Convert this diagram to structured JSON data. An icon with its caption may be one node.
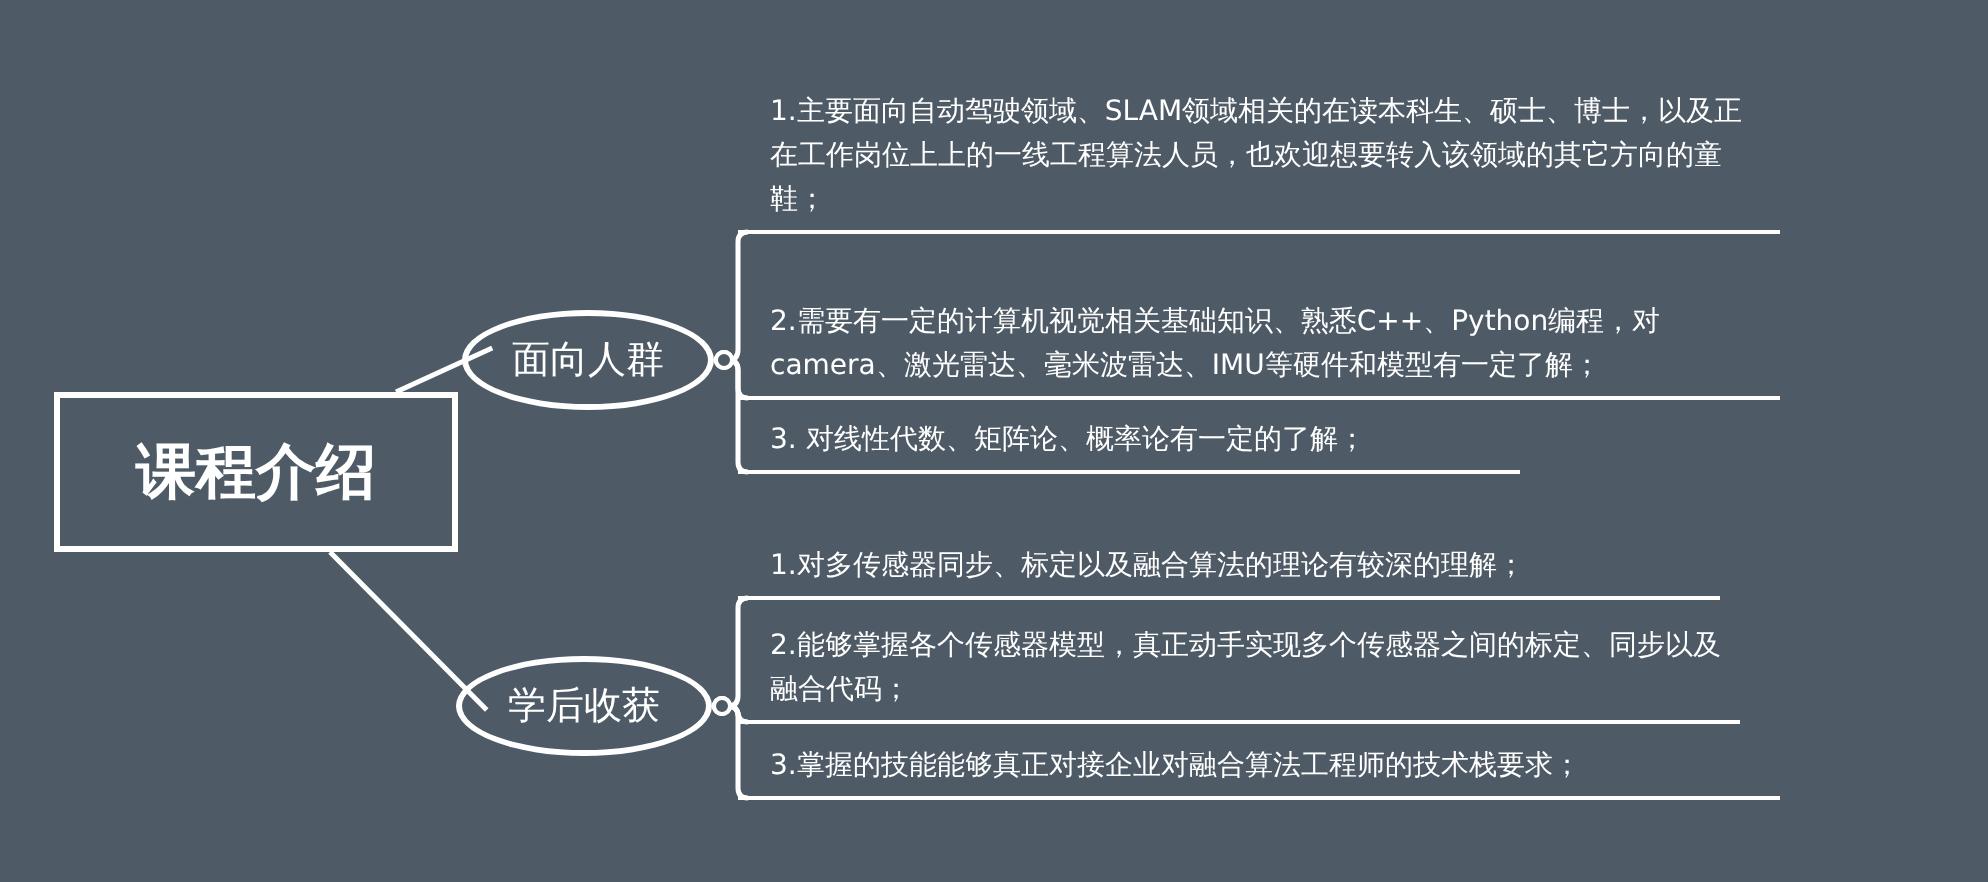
{
  "diagram": {
    "nodes": [
      {
        "text": [
          "课程介绍"
        ]
      },
      {
        "text": [
          "面向人群"
        ]
      },
      {
        "text": [
          "1.主要面向自动驾驶领域、SLAM领域相关的在读本科生、硕士、博士，以及正在工作岗位上上的一线工程算法人员，也欢迎想要转入该领域的其它方向的童鞋；"
        ]
      },
      {
        "text": [
          "2.需要有一定的计算机视觉相关基础知识、熟悉C++、Python编程，对camera、激光雷达、毫米波雷达、IMU等硬件和模型有一定了解；"
        ]
      },
      {
        "text": [
          "3. 对线性代数、矩阵论、概率论有一定的了解；"
        ]
      },
      {
        "text": [
          "学后收获"
        ]
      },
      {
        "text": [
          "1.对多传感器同步、标定以及融合算法的理论有较深的理解；"
        ]
      },
      {
        "text": [
          "2.能够掌握各个传感器模型，真正动手实现多个传感器之间的标定、同步以及融合代码；"
        ]
      },
      {
        "text": [
          "3.掌握的技能能够真正对接企业对融合算法工程师的技术栈要求；"
        ]
      }
    ],
    "edges": [
      {
        "from": 0,
        "to": 1,
        "arrow": "none"
      },
      {
        "from": 0,
        "to": 5,
        "arrow": "none"
      },
      {
        "from": 1,
        "to": 2,
        "arrow": "other"
      },
      {
        "from": 1,
        "to": 3,
        "arrow": "other"
      },
      {
        "from": 1,
        "to": 4,
        "arrow": "other"
      },
      {
        "from": 5,
        "to": 6,
        "arrow": "other"
      },
      {
        "from": 5,
        "to": 7,
        "arrow": "other"
      },
      {
        "from": 5,
        "to": 8,
        "arrow": "other"
      }
    ]
  }
}
